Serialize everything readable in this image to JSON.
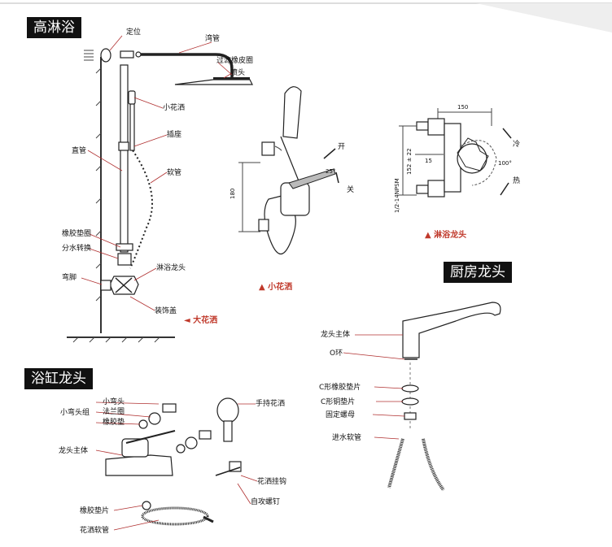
{
  "colors": {
    "accent": "#c0392b",
    "badge_bg": "#111111"
  },
  "sections": {
    "shower": "高淋浴",
    "bath": "浴缸龙头",
    "kitchen": "厨房龙头"
  },
  "shower_labels": {
    "positioner": "定位",
    "bent_pipe": "湾管",
    "filter_gasket": "过滤橡皮圈",
    "nozzle": "喷头",
    "small_shower": "小花洒",
    "socket": "插座",
    "straight_pipe": "直管",
    "hose": "软管",
    "rubber_gasket": "橡胶垫圈",
    "diverter": "分水转换",
    "elbow": "弯脚",
    "shower_faucet": "淋浴龙头",
    "cover": "装饰盖",
    "caption": "◄ 大花洒"
  },
  "small_shower_fig": {
    "open": "开",
    "close": "关",
    "angle": "25°",
    "height": "180",
    "caption": "▲ 小花洒"
  },
  "faucet_fig": {
    "width": "150",
    "center": "15",
    "pitch": "152 ± 22",
    "thread": "1/2-14NPSM",
    "cold": "冷",
    "hot": "热",
    "rotation": "100°",
    "caption": "▲ 淋浴龙头"
  },
  "kitchen_labels": {
    "body": "龙头主体",
    "oring": "O环",
    "c_rubber": "C形橡胶垫片",
    "c_copper": "C形铜垫片",
    "nut": "固定螺母",
    "inlet_hose": "进水软管"
  },
  "bath_labels": {
    "small_elbow_set": "小弯头组",
    "small_elbow": "小弯头",
    "flange": "法兰圈",
    "rubber_pad": "橡胶垫",
    "body": "龙头主体",
    "hand_shower": "手持花洒",
    "hook": "花洒挂钩",
    "screw": "自攻螺钉",
    "gasket": "橡胶垫片",
    "hose": "花洒软管"
  }
}
